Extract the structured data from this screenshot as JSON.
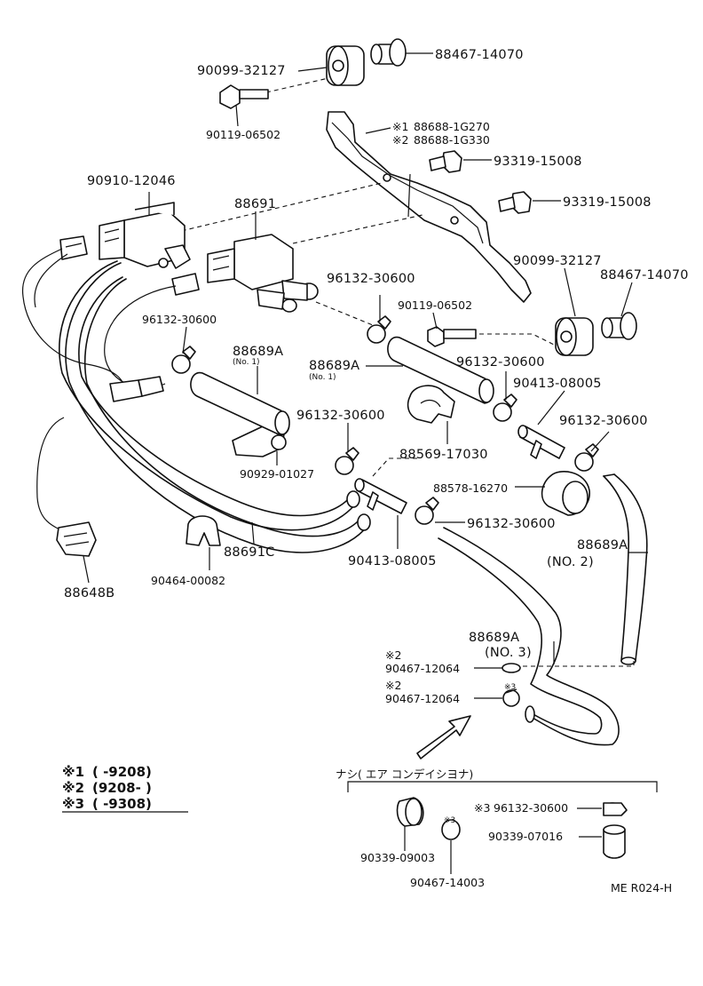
{
  "labels": {
    "grommet_top": "90099-32127",
    "collar_top": "88467-14070",
    "bolt_top": "90119-06502",
    "bracket_1_mark": "※1",
    "bracket_1": "88688-1G270",
    "bracket_2_mark": "※2",
    "bracket_2": "88688-1G330",
    "bolt_a": "93319-15008",
    "bolt_b": "93319-15008",
    "vsv_left": "90910-12046",
    "vsv_mid": "88691",
    "grommet_right": "90099-32127",
    "collar_right": "88467-14070",
    "clamp_1": "96132-30600",
    "bolt_mid": "90119-06502",
    "clamp_left": "96132-30600",
    "hose_a_left": "88689A",
    "hose_a_left_no": "(No. 1)",
    "hose_a_mid": "88689A",
    "hose_a_mid_no": "(No. 1)",
    "clamp_mid": "96132-30600",
    "pipe_right": "90413-08005",
    "clamp_center": "96132-30600",
    "clip": "88569-17030",
    "clamp_right2": "96132-30600",
    "clamp_bottom_left": "90929-01027",
    "cap": "88578-16270",
    "clamp_lower": "96132-30600",
    "hose_no2": "88689A",
    "hose_no2_no": "(NO. 2)",
    "hose_main": "88691C",
    "clip_lower": "90464-00082",
    "pipe_lower": "90413-08005",
    "hose_no3": "88689A",
    "hose_no3_no": "(NO. 3)",
    "plug_1_mark": "※2",
    "plug_1": "90467-12064",
    "plug_2_mark": "※2",
    "plug_2": "90467-12064",
    "harness": "88648B",
    "no_ac_title": "ナシ( エア  コンデイシヨナ)",
    "clamp_box_mark": "※3",
    "clamp_box": "96132-30600",
    "cap_box": "90339-07016",
    "plug_box": "90339-09003",
    "clip_box": "90467-14003",
    "tiny_mark_a": "※3",
    "tiny_mark_b": "※3",
    "ref": "ME R024-H"
  },
  "legend": [
    {
      "mark": "※1",
      "range": "(       -9208)"
    },
    {
      "mark": "※2",
      "range": "(9208-        )"
    },
    {
      "mark": "※3",
      "range": "(       -9308)"
    }
  ]
}
